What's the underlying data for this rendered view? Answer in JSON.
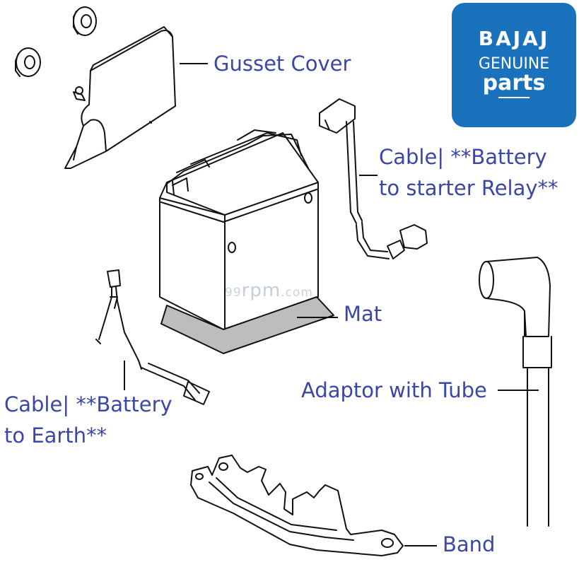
{
  "logo": {
    "brand": "BAJAJ",
    "line2": "GENUINE",
    "line3": "parts",
    "bg_color": "#1a72bd"
  },
  "watermark": {
    "prefix": "99",
    "middle": "rpm",
    "suffix": ".com"
  },
  "labels": {
    "gusset_cover": "Gusset Cover",
    "relay_cable_line1": "Cable|  **Battery",
    "relay_cable_line2": "to starter Relay**",
    "mat": "Mat",
    "adaptor": "Adaptor with Tube",
    "earth_cable_line1": "Cable|  **Battery",
    "earth_cable_line2": "to Earth**",
    "band": "Band"
  },
  "colors": {
    "label": "#3a46a8",
    "line": "#111111",
    "mat_fill": "#bdbdbd"
  }
}
